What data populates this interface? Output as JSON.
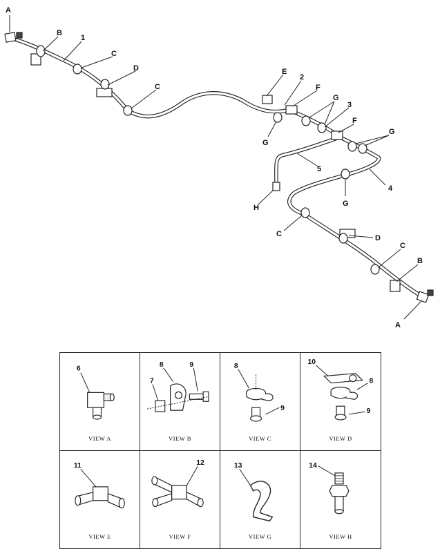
{
  "diagram": {
    "callouts": {
      "A_top": "A",
      "B_top": "B",
      "n1": "1",
      "C_top1": "C",
      "D_top": "D",
      "C_top2": "C",
      "E": "E",
      "n2": "2",
      "F_top": "F",
      "G_top": "G",
      "n3": "3",
      "F_mid": "F",
      "G_left": "G",
      "G_right": "G",
      "n5": "5",
      "n4": "4",
      "H": "H",
      "G_low": "G",
      "C_low1": "C",
      "D_low": "D",
      "C_low2": "C",
      "B_low": "B",
      "A_low": "A"
    }
  },
  "views": [
    {
      "label": "VIEW A",
      "numbers": [
        "6"
      ]
    },
    {
      "label": "VIEW B",
      "numbers": [
        "8",
        "9",
        "7"
      ]
    },
    {
      "label": "VIEW C",
      "numbers": [
        "8",
        "9"
      ]
    },
    {
      "label": "VIEW D",
      "numbers": [
        "10",
        "8",
        "9"
      ]
    },
    {
      "label": "VIEW E",
      "numbers": [
        "11"
      ]
    },
    {
      "label": "VIEW F",
      "numbers": [
        "12"
      ]
    },
    {
      "label": "VIEW G",
      "numbers": [
        "13"
      ]
    },
    {
      "label": "VIEW H",
      "numbers": [
        "14"
      ]
    }
  ]
}
